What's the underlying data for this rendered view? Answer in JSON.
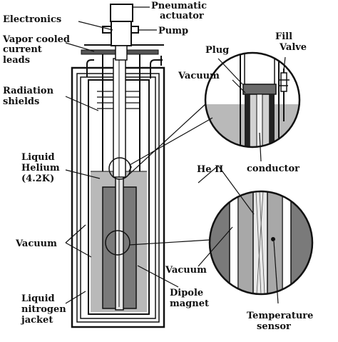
{
  "labels": {
    "pneumatic_actuator": [
      "Pneumatic",
      "actuator"
    ],
    "electronics": "Electronics",
    "pump": "Pump",
    "vapor_cooled_current_leads": [
      "Vapor cooled",
      "current",
      "leads"
    ],
    "fill_valve": [
      "Fill",
      "Valve"
    ],
    "plug": "Plug",
    "vacuum_detail_top": "Vacuum",
    "radiation_shields": [
      "Radiation",
      "shields"
    ],
    "liquid_helium": [
      "Liquid",
      "Helium",
      "(4.2K)"
    ],
    "he_ii": "He II",
    "conductor": "conductor",
    "vacuum_left": "Vacuum",
    "vacuum_detail_bottom": "Vacuum",
    "liquid_nitrogen_jacket": [
      "Liquid",
      "nitrogen",
      "jacket"
    ],
    "dipole_magnet": [
      "Dipole",
      "magnet"
    ],
    "temperature_sensor": [
      "Temperature",
      "sensor"
    ]
  },
  "colors": {
    "ink": "#111111",
    "helium": "#b9b9b9",
    "magnet": "#7a7a7a",
    "dark_fill": "#555555",
    "background": "#ffffff"
  }
}
